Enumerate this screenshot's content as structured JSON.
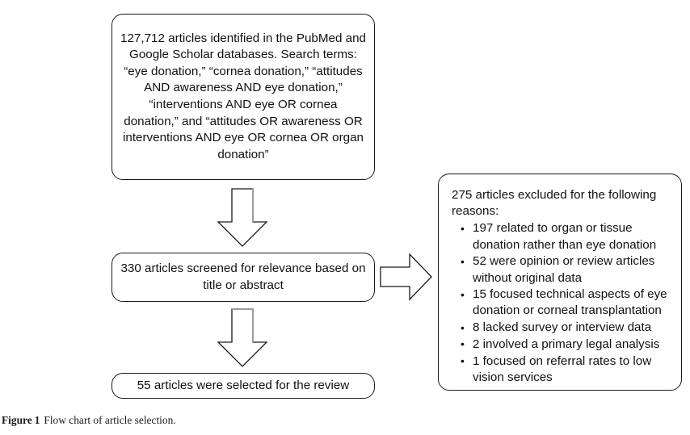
{
  "figure": {
    "caption_label": "Figure",
    "caption_number": "1",
    "caption_text": "Flow chart of article selection.",
    "background_color": "#ffffff",
    "line_color": "#1a1a1a",
    "arrow_shade_color": "#9a9a9a"
  },
  "nodes": {
    "identification": {
      "text": "127,712 articles identified in the PubMed and Google Scholar databases. Search terms: “eye donation,” “cornea donation,” “attitudes AND awareness AND eye donation,” “interventions AND eye OR cornea donation,” and “attitudes OR awareness OR interventions AND eye OR cornea OR organ donation”",
      "count": "127,712"
    },
    "screened": {
      "text": "330 articles screened for relevance based on title or abstract",
      "count": "330"
    },
    "included": {
      "text": "55 articles were selected for the review",
      "count": "55"
    },
    "excluded": {
      "lead": "275 articles excluded for the following reasons:",
      "count": "275",
      "reasons": [
        "197 related to organ or tissue donation rather than eye donation",
        "52 were opinion or review articles without original data",
        "15 focused technical aspects of eye donation or corneal transplantation",
        "8 lacked survey or interview data",
        "2 involved a primary legal analysis",
        "1 focused on referral rates to low vision services"
      ]
    }
  },
  "arrows": {
    "identification_to_screened": "down-arrow",
    "screened_to_included": "down-arrow",
    "screened_to_excluded": "right-arrow"
  }
}
